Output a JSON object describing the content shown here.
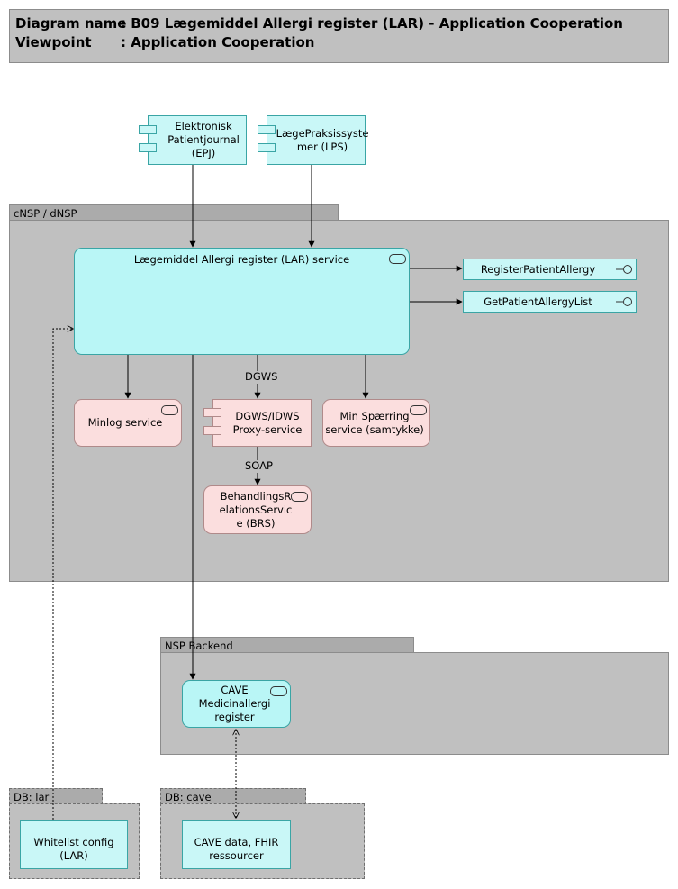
{
  "header": {
    "diagram_key": "Diagram name",
    "diagram_value": ": B09 Lægemiddel Allergi register (LAR) - Application Cooperation",
    "viewpoint_key": "Viewpoint",
    "viewpoint_value": ": Application Cooperation"
  },
  "groups": {
    "cnsp": "cNSP / dNSP",
    "nsp_backend": "NSP Backend",
    "db_lar": "DB: lar",
    "db_cave": "DB: cave"
  },
  "components": {
    "epj": "Elektronisk Patientjournal (EPJ)",
    "lps": "LægePraksissyste mer (LPS)",
    "dgws_proxy": "DGWS/IDWS Proxy-service"
  },
  "services": {
    "lar": "Lægemiddel Allergi register (LAR) service",
    "minlog": "Minlog service",
    "min_sparring": "Min Spærring service (samtykke)",
    "brs": "BehandlingsR elationsServic e (BRS)",
    "cave": "CAVE Medicinallergi register"
  },
  "interfaces": {
    "register": "RegisterPatientAllergy",
    "get": "GetPatientAllergyList"
  },
  "data_objects": {
    "whitelist": "Whitelist config (LAR)",
    "cave_data": "CAVE data, FHIR ressourcer"
  },
  "edge_labels": {
    "dgws": "DGWS",
    "soap": "SOAP"
  },
  "colors": {
    "app_component": "#c9f7f7",
    "tech_service": "#fbdede",
    "group": "#c0c0c0"
  }
}
